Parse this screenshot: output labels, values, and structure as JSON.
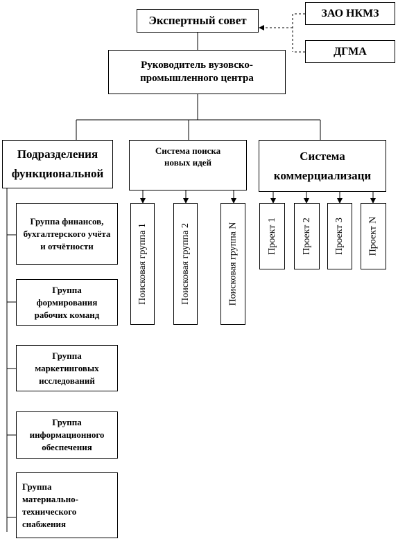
{
  "council": "Экспертный совет",
  "partners": [
    "ЗАО НКМЗ",
    "ДГМА"
  ],
  "head": "Руководитель вузовско-промышленного центра",
  "branches": {
    "functional": {
      "line1": "Подразделения",
      "line2": "функциональной"
    },
    "search": "Система поиска новых идей",
    "commercial": {
      "line1": "Система",
      "line2": "коммерциализаци"
    }
  },
  "groups": [
    "Группа финансов, бухгалтерского учёта и отчётности",
    "Группа формирования рабочих команд",
    "Группа маркетинговых исследований",
    "Группа информационного обеспечения",
    "Группа материально-технического снабжения"
  ],
  "search_groups": [
    "Поисковая группа 1",
    "Поисковая группа 2",
    "Поисковая группа N"
  ],
  "projects": [
    "Проект 1",
    "Проект 2",
    "Проект 3",
    "Проект N"
  ]
}
